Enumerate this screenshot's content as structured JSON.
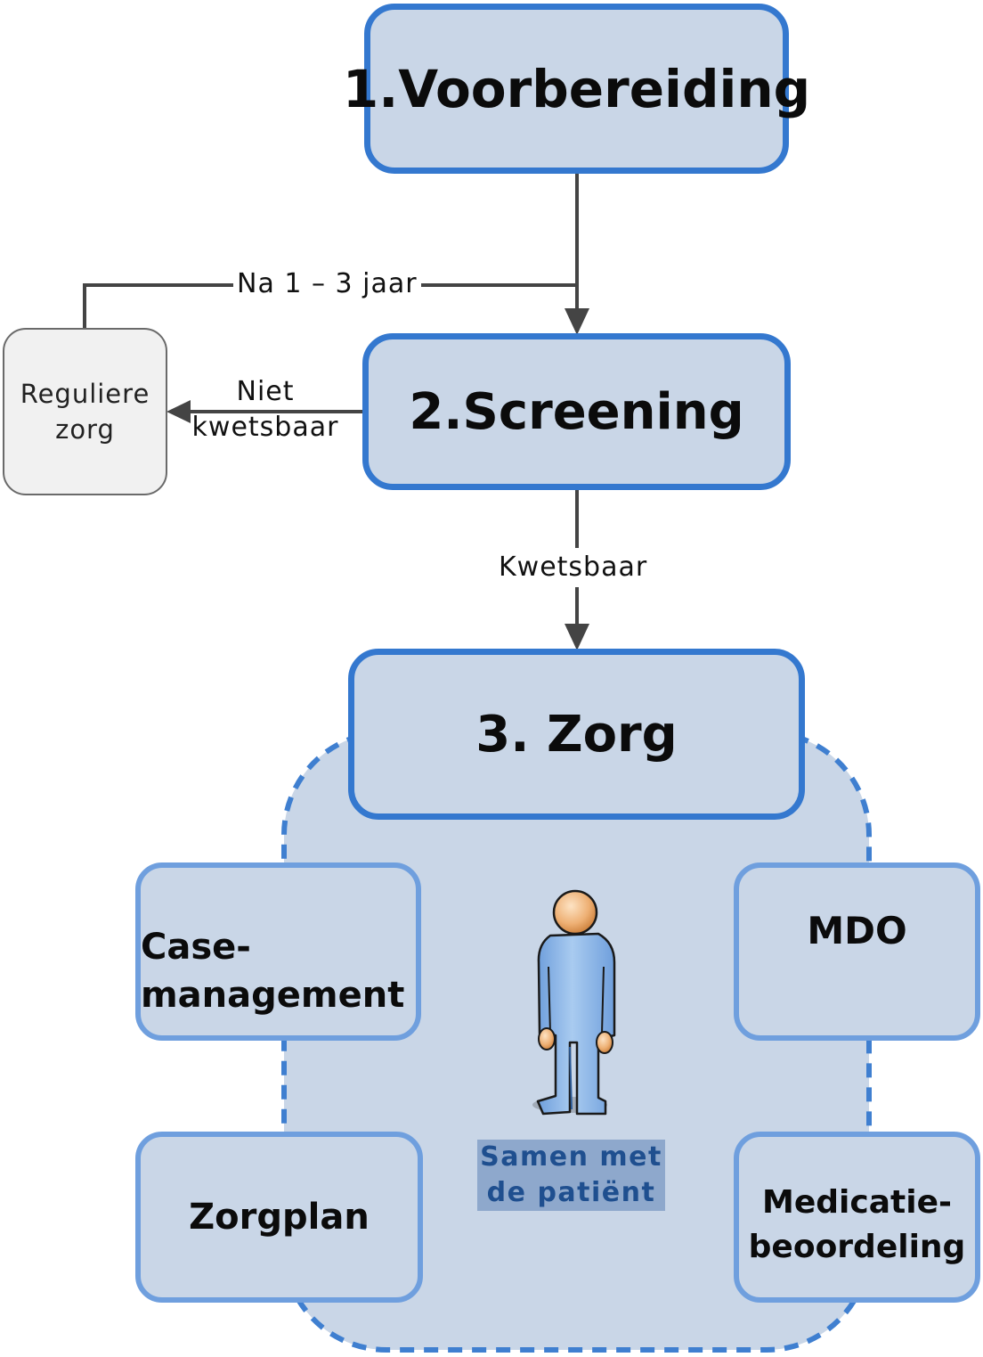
{
  "steps": {
    "step1": "1.Voorbereiding",
    "step2": "2.Screening",
    "step3": "3. Zorg"
  },
  "side_box": {
    "line1": "Reguliere",
    "line2": "zorg"
  },
  "edge_labels": {
    "return": "Na 1 – 3 jaar",
    "not_vulnerable_line1": "Niet",
    "not_vulnerable_line2": "kwetsbaar",
    "vulnerable": "Kwetsbaar"
  },
  "care_components": {
    "case_line1": "Case-",
    "case_line2": "management",
    "mdo": "MDO",
    "zorgplan": "Zorgplan",
    "medication_line1": "Medicatie-",
    "medication_line2": "beoordeling"
  },
  "patient_caption": {
    "line1": "Samen met",
    "line2": "de patiënt"
  },
  "colors": {
    "box_fill": "#c9d6e7",
    "main_border": "#3478cf",
    "sub_border": "#6f9fde",
    "connector": "#444444",
    "patient_body": "#8fb6e6",
    "patient_head": "#e8a565"
  },
  "icons": {
    "patient": "person-icon"
  }
}
